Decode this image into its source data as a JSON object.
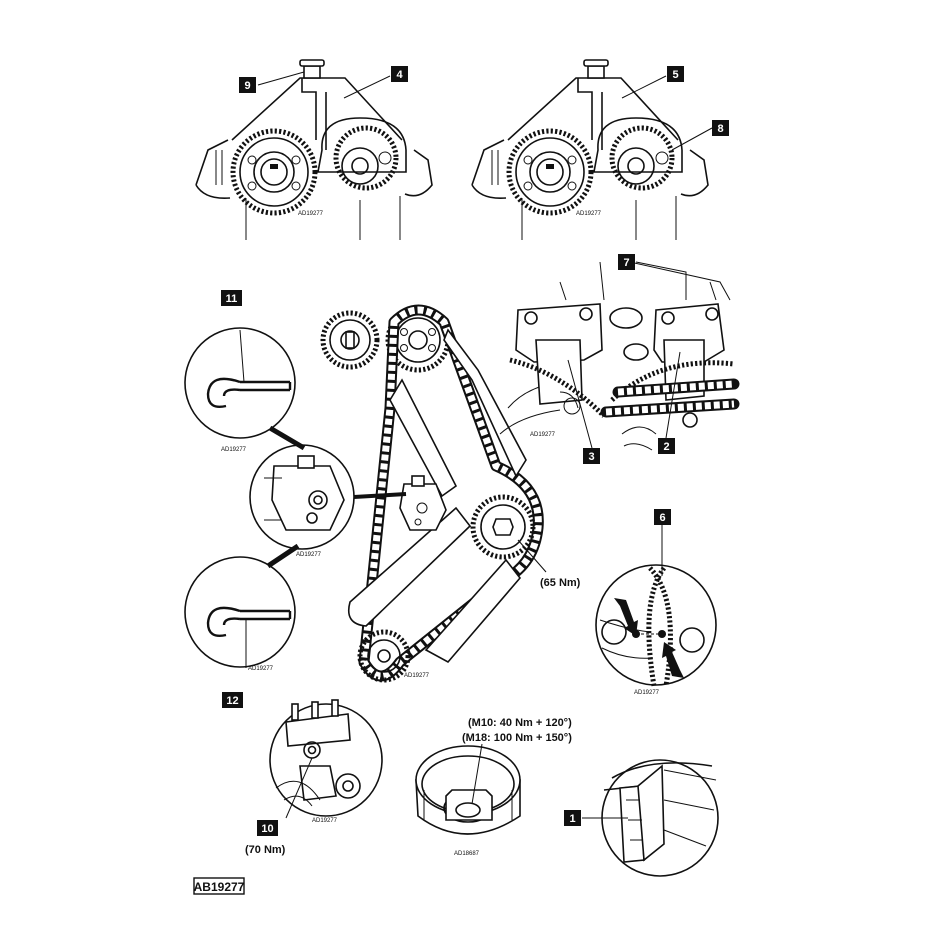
{
  "callouts": {
    "c1": "1",
    "c2": "2",
    "c3": "3",
    "c4": "4",
    "c5": "5",
    "c6": "6",
    "c7": "7",
    "c8": "8",
    "c9": "9",
    "c10": "10",
    "c11": "11",
    "c12": "12"
  },
  "torques": {
    "sprocket_bolt": "(65 Nm)",
    "bolt_10": "(70 Nm)",
    "m10": "(M10: 40 Nm + 120°)",
    "m18": "(M18: 100 Nm + 150°)"
  },
  "drawing_codes": {
    "code_a": "AD19277",
    "code_b": "AD18687",
    "reference": "AB19277"
  }
}
